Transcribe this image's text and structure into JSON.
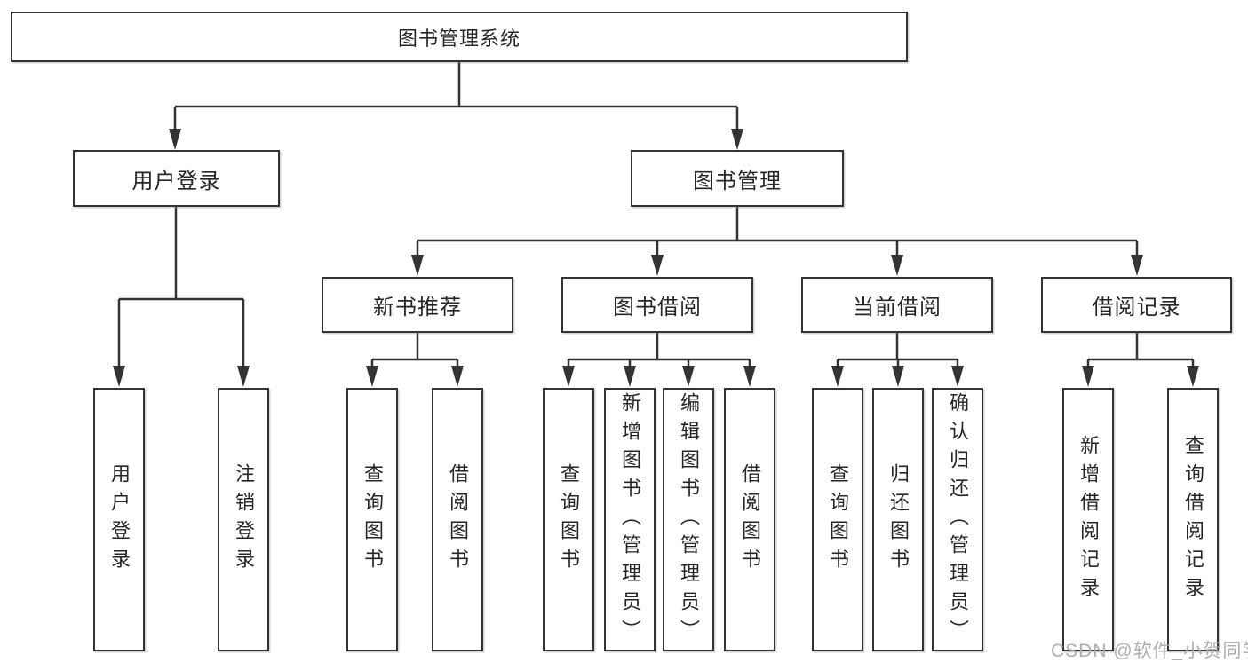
{
  "tree": {
    "root": "图书管理系统",
    "level2": [
      {
        "label": "用户登录",
        "children": [
          "用户登录",
          "注销登录"
        ]
      },
      {
        "label": "图书管理",
        "children": [
          {
            "label": "新书推荐",
            "children": [
              "查询图书",
              "借阅图书"
            ]
          },
          {
            "label": "图书借阅",
            "children": [
              "查询图书",
              "新增图书（管理员）",
              "编辑图书（管理员）",
              "借阅图书"
            ]
          },
          {
            "label": "当前借阅",
            "children": [
              "查询图书",
              "归还图书",
              "确认归还（管理员）"
            ]
          },
          {
            "label": "借阅记录",
            "children": [
              "新增借阅记录",
              "查询借阅记录"
            ]
          }
        ]
      }
    ]
  },
  "watermark": {
    "text": "CSDN @软件_小贺同学"
  },
  "colors": {
    "line": "#333333",
    "border": "#333333",
    "text": "#262626",
    "background": "#ffffff",
    "watermark": "#a5a5a5"
  }
}
